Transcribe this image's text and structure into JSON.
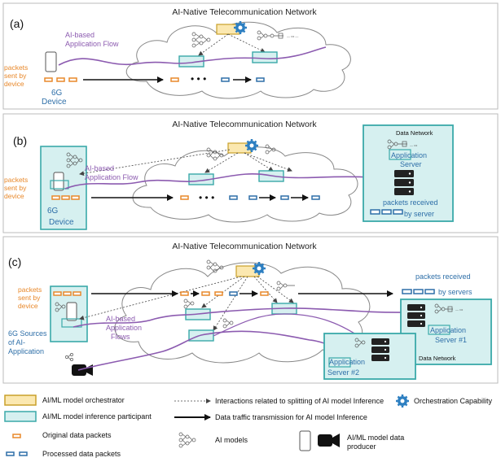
{
  "network_title": "AI-Native Telecommunication Network",
  "panels": {
    "a": {
      "label": "(a)",
      "flow_label_1": "AI-based",
      "flow_label_2": "Application Flow",
      "packets_label": [
        "packets",
        "sent by",
        "device"
      ],
      "device_label": [
        "6G",
        "Device"
      ]
    },
    "b": {
      "label": "(b)",
      "flow_label_1": "AI-based",
      "flow_label_2": "Application Flow",
      "packets_label": [
        "packets",
        "sent by",
        "device"
      ],
      "device_label": [
        "6G",
        "Device"
      ],
      "data_network": "Data Network",
      "app_server": [
        "Application",
        "Server"
      ],
      "received": [
        "packets received",
        "by server"
      ]
    },
    "c": {
      "label": "(c)",
      "flow_label": [
        "AI-based",
        "Application",
        "Flows"
      ],
      "packets_label": [
        "packets",
        "sent by",
        "device"
      ],
      "sources_label": [
        "6G Sources",
        "of AI-",
        "Application"
      ],
      "received": [
        "packets received",
        "by servers"
      ],
      "server1": [
        "Application",
        "Server #1"
      ],
      "server2": [
        "Application",
        "Server #2"
      ],
      "data_network": "Data Network"
    }
  },
  "legend": {
    "orchestrator": "AI/ML model orchestrator",
    "participant": "AI/ML model inference participant",
    "original": "Original data packets",
    "processed": "Processed data packets",
    "interactions": "Interactions related to splitting of AI model Inference",
    "traffic": "Data traffic transmission for AI model Inference",
    "ai_models": "AI models",
    "orchestration": "Orchestration Capability",
    "producer": [
      "AI/ML model data",
      "producer"
    ]
  },
  "colors": {
    "orange": "#e8882a",
    "blue": "#2e6fa8",
    "teal": "#3aa9a9",
    "teal_fill": "#d6f0f0",
    "yellow_fill": "#fbe8b0",
    "yellow_stroke": "#c9a02a",
    "purple": "#8c5bb0",
    "gear": "#2d7fc1"
  }
}
